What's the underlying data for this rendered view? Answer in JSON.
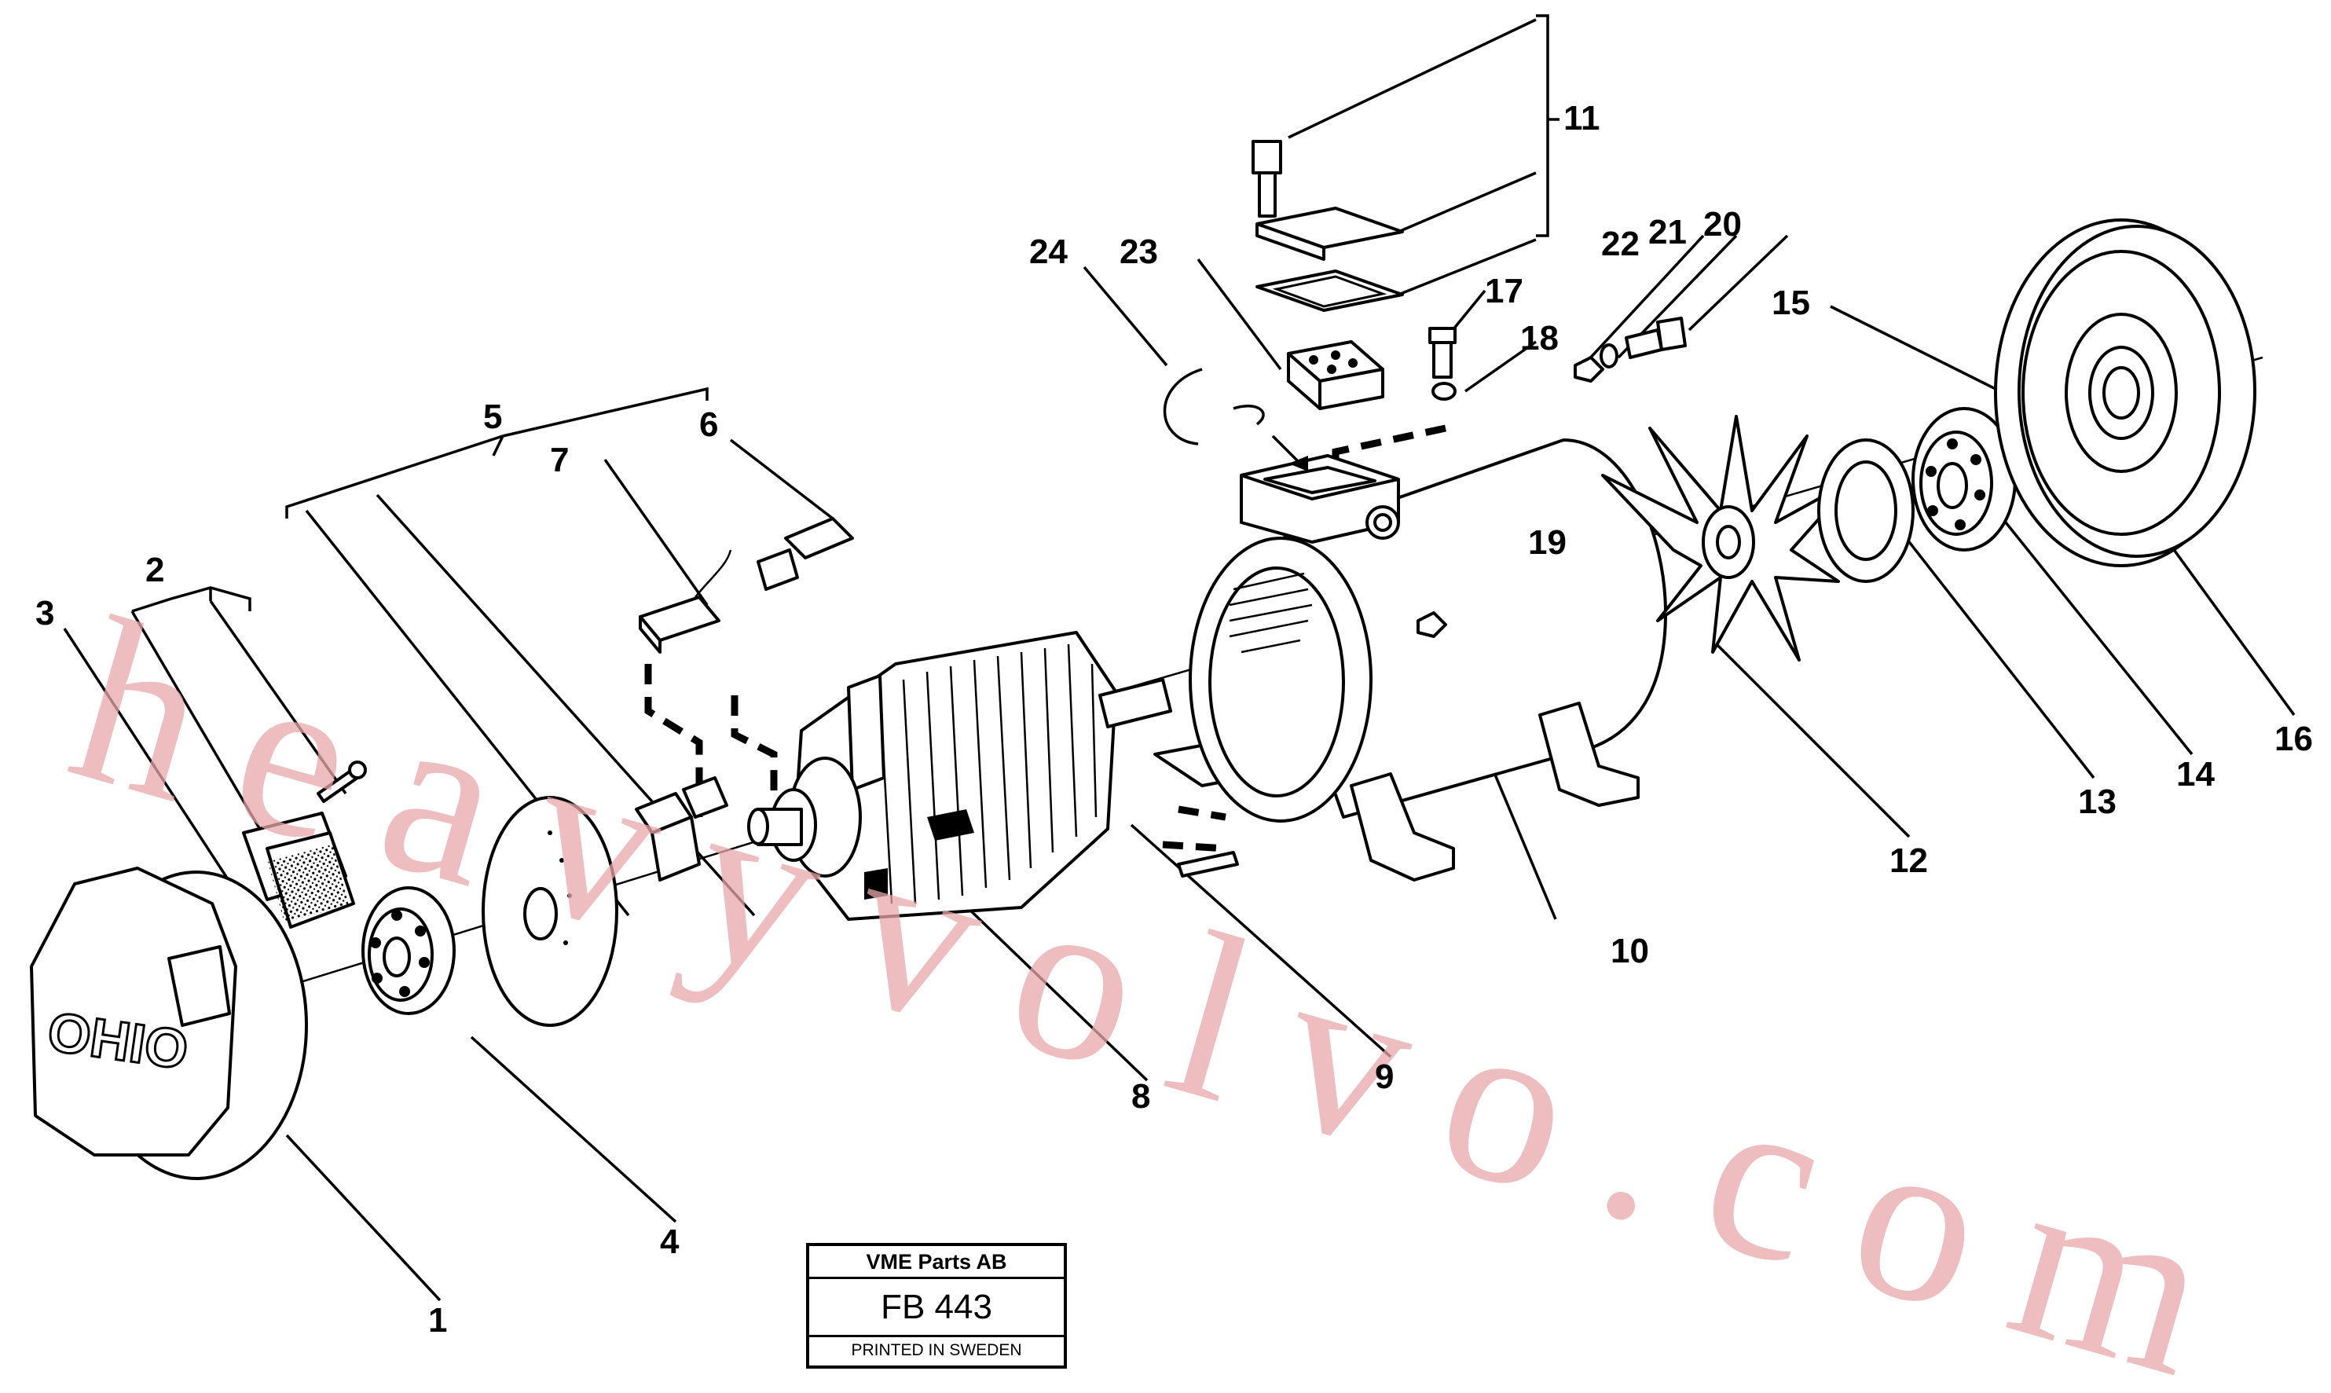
{
  "callouts": [
    {
      "label": "1"
    },
    {
      "label": "2"
    },
    {
      "label": "3"
    },
    {
      "label": "4"
    },
    {
      "label": "5"
    },
    {
      "label": "6"
    },
    {
      "label": "7"
    },
    {
      "label": "8"
    },
    {
      "label": "9"
    },
    {
      "label": "10"
    },
    {
      "label": "11"
    },
    {
      "label": "12"
    },
    {
      "label": "13"
    },
    {
      "label": "14"
    },
    {
      "label": "15"
    },
    {
      "label": "16"
    },
    {
      "label": "17"
    },
    {
      "label": "18"
    },
    {
      "label": "19"
    },
    {
      "label": "20"
    },
    {
      "label": "21"
    },
    {
      "label": "22"
    },
    {
      "label": "23"
    },
    {
      "label": "24"
    }
  ],
  "end_cover_text": "OHIO",
  "watermark": "heavyvolvo.com",
  "plate": {
    "company": "VME Parts AB",
    "code": "FB 443",
    "printed": "PRINTED IN SWEDEN"
  }
}
